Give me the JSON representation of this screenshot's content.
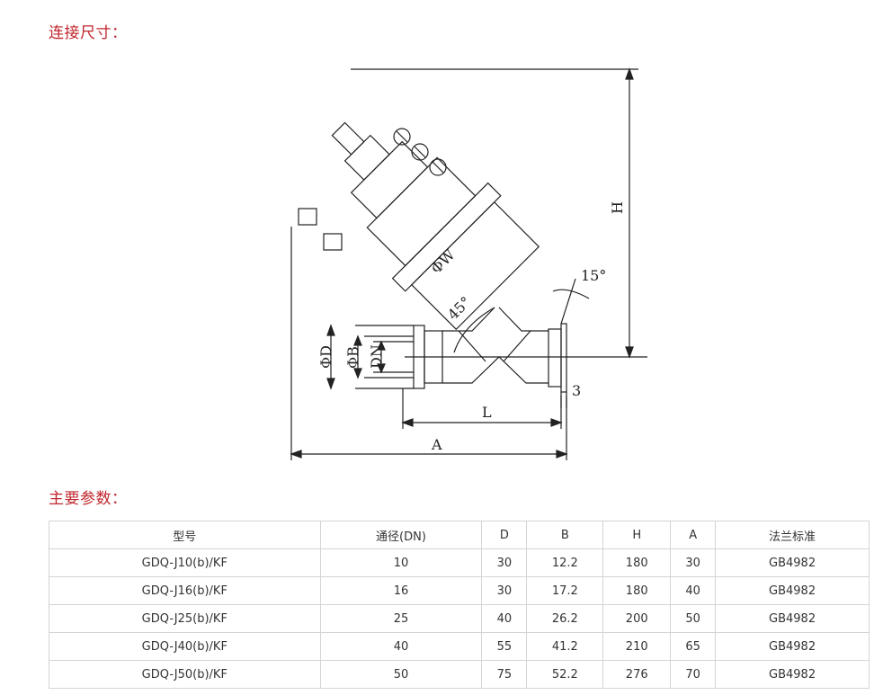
{
  "sections": {
    "connection_title": "连接尺寸：",
    "params_title": "主要参数："
  },
  "drawing": {
    "labels": {
      "H": "H",
      "angle15": "15°",
      "phiW": "ΦW",
      "angle45": "45°",
      "phiD": "ΦD",
      "phiB": "ΦB",
      "DN": "DN",
      "three": "3",
      "L": "L",
      "A": "A"
    }
  },
  "table": {
    "headers": [
      "型号",
      "通径(DN)",
      "D",
      "B",
      "H",
      "A",
      "法兰标准"
    ],
    "rows": [
      [
        "GDQ-J10(b)/KF",
        "10",
        "30",
        "12.2",
        "180",
        "30",
        "GB4982"
      ],
      [
        "GDQ-J16(b)/KF",
        "16",
        "30",
        "17.2",
        "180",
        "40",
        "GB4982"
      ],
      [
        "GDQ-J25(b)/KF",
        "25",
        "40",
        "26.2",
        "200",
        "50",
        "GB4982"
      ],
      [
        "GDQ-J40(b)/KF",
        "40",
        "55",
        "41.2",
        "210",
        "65",
        "GB4982"
      ],
      [
        "GDQ-J50(b)/KF",
        "50",
        "75",
        "52.2",
        "276",
        "70",
        "GB4982"
      ]
    ]
  },
  "colors": {
    "title": "#c0262d",
    "border": "#d4d4d4",
    "text": "#333333"
  }
}
